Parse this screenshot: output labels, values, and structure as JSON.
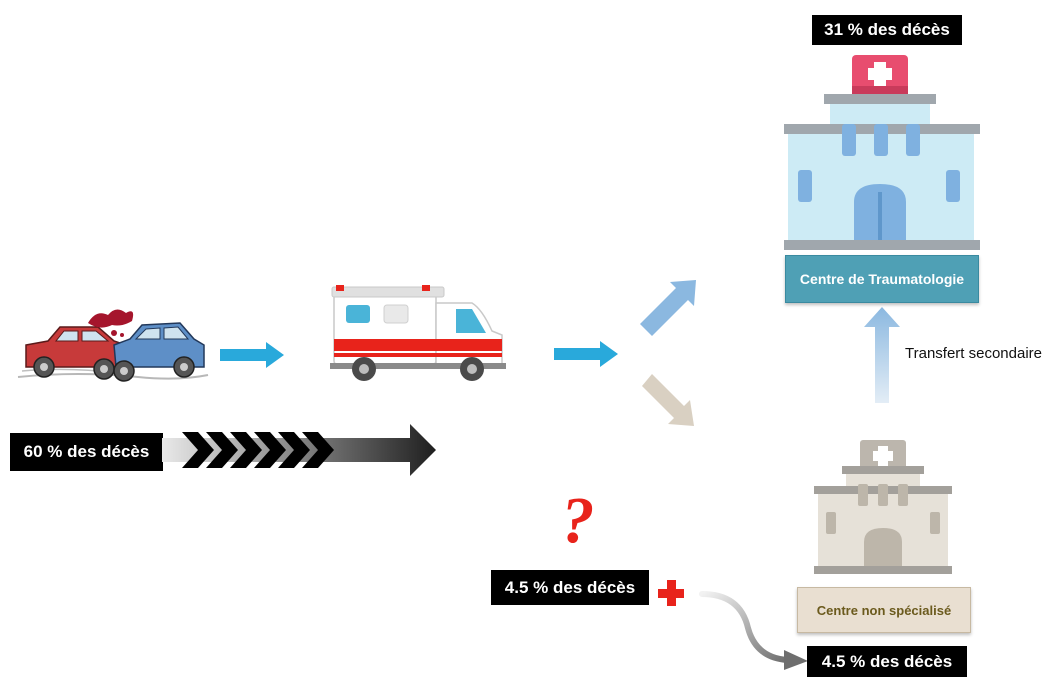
{
  "labels": {
    "trauma_center_deaths": "31 % des décès",
    "scene_deaths": "60 % des décès",
    "transport_deaths": "4.5 % des décès",
    "non_specialized_deaths": "4.5 % des décès"
  },
  "boxes": {
    "trauma_center": "Centre de Traumatologie",
    "non_specialized_center": "Centre non spécialisé"
  },
  "annotations": {
    "secondary_transfer": "Transfert secondaire"
  },
  "icons": {
    "crash": "car-crash-icon",
    "ambulance": "ambulance-icon",
    "trauma_hospital": "hospital-icon",
    "small_hospital": "clinic-icon",
    "question": "question-mark-icon",
    "cross": "red-cross-icon"
  },
  "colors": {
    "blue_arrow": "#29a9db",
    "light_blue_arrow": "#8bb8e0",
    "beige_arrow": "#d9d0c2",
    "trauma_box": "#4fa0b5",
    "beige_box": "#e9dfd1",
    "red": "#e8231b"
  }
}
